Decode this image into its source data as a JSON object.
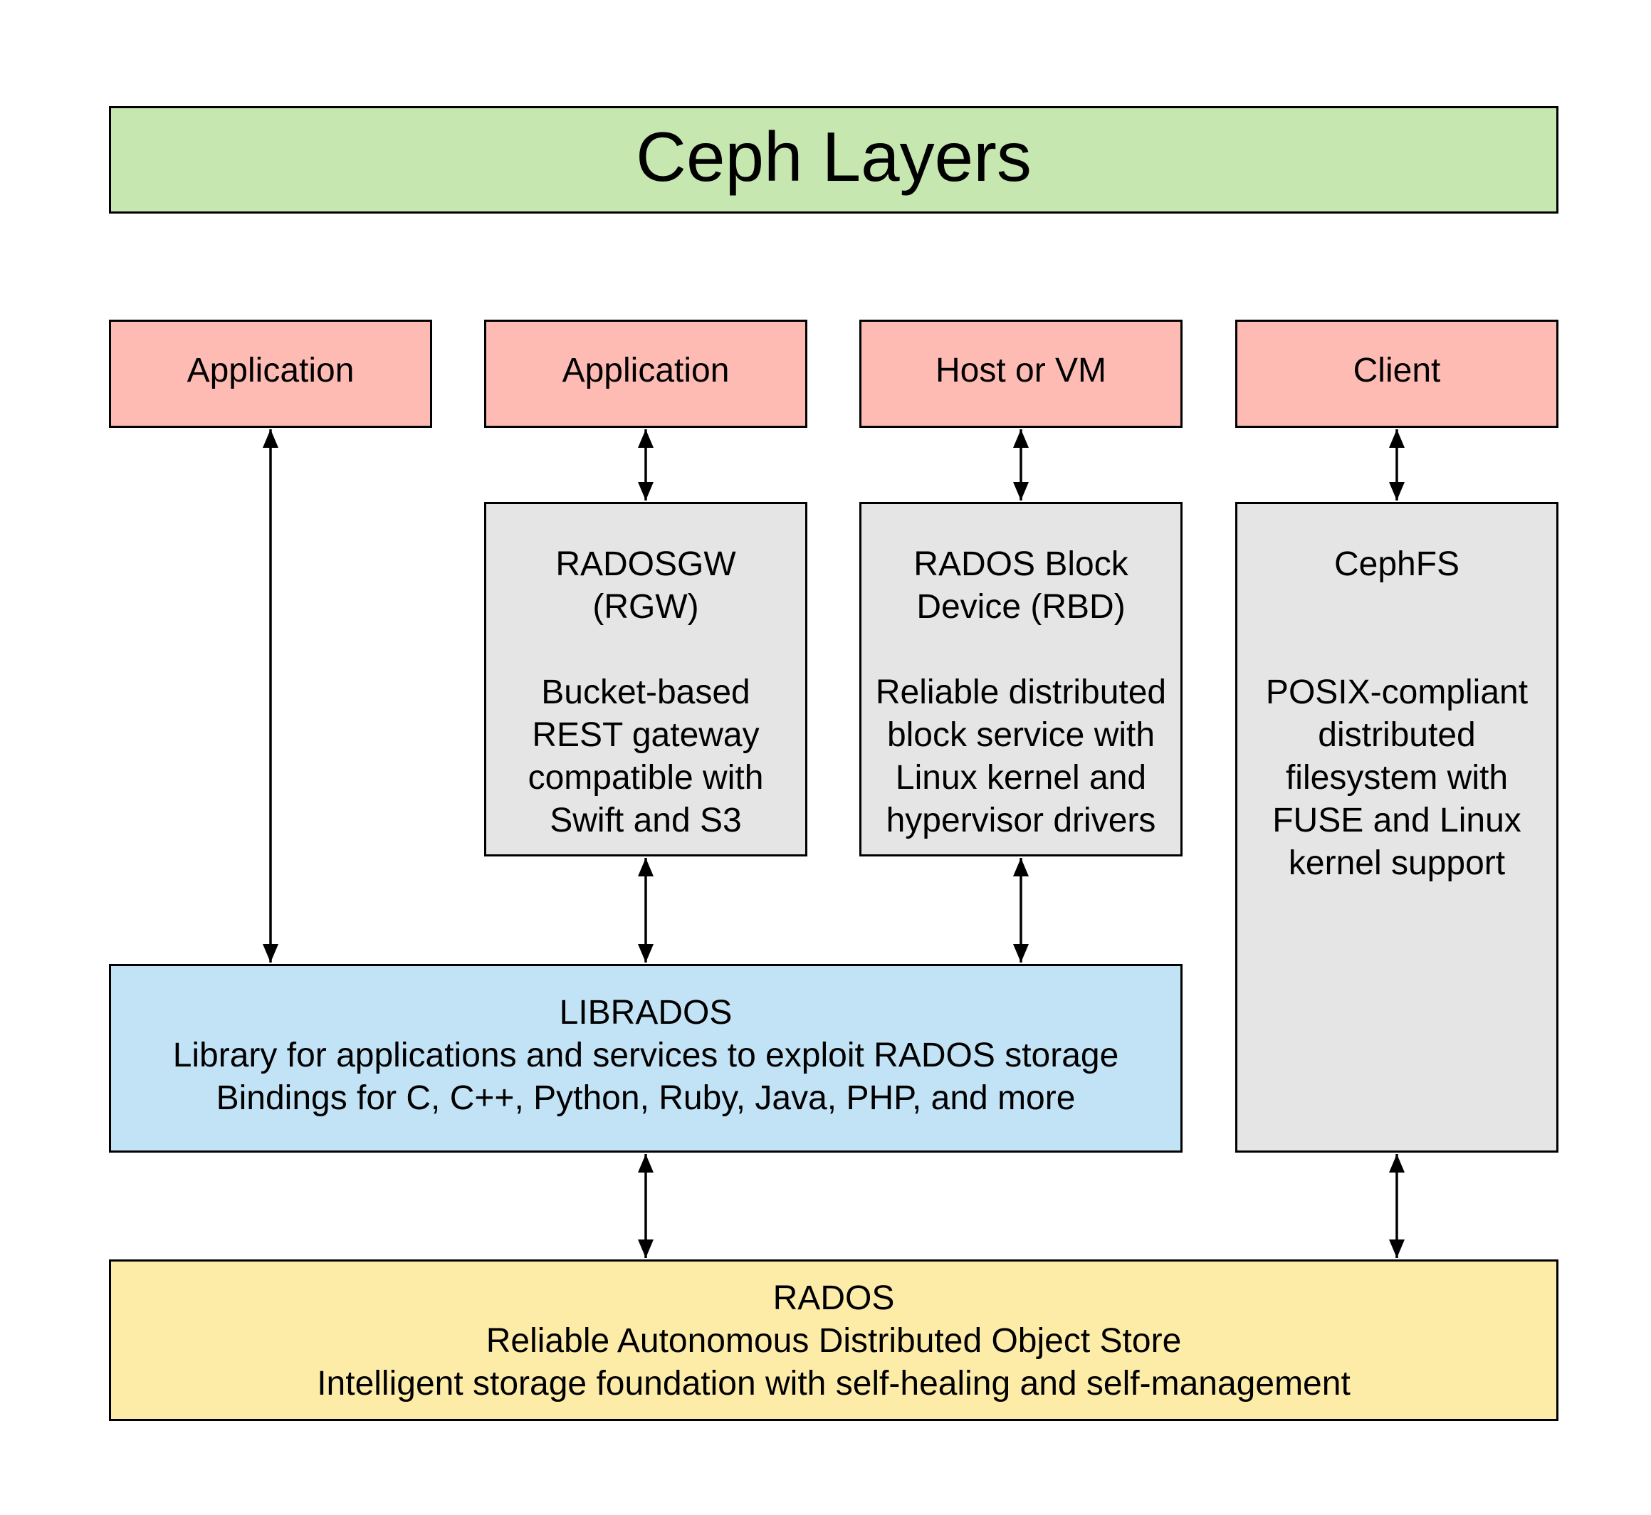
{
  "title": "Ceph Layers",
  "colors": {
    "title_fill": "#c6e7af",
    "client_fill": "#fdbbb4",
    "service_fill": "#e5e5e5",
    "librados_fill": "#c2e3f6",
    "rados_fill": "#fdeca8",
    "border": "#000000"
  },
  "clients": [
    {
      "label": "Application"
    },
    {
      "label": "Application"
    },
    {
      "label": "Host or VM"
    },
    {
      "label": "Client"
    }
  ],
  "services": [
    {
      "name_lines": [
        "RADOSGW",
        "(RGW)"
      ],
      "desc_lines": [
        "Bucket-based",
        "REST gateway",
        "compatible with",
        "Swift and S3"
      ]
    },
    {
      "name_lines": [
        "RADOS Block",
        "Device (RBD)"
      ],
      "desc_lines": [
        "Reliable distributed",
        "block service with",
        "Linux kernel and",
        "hypervisor drivers"
      ]
    },
    {
      "name_lines": [
        "CephFS"
      ],
      "desc_lines": [
        "POSIX-compliant",
        "distributed",
        "filesystem with",
        "FUSE and Linux",
        "kernel support"
      ]
    }
  ],
  "librados": {
    "name": "LIBRADOS",
    "line1": "Library for applications and services to exploit RADOS storage",
    "line2": "Bindings for C, C++, Python, Ruby, Java, PHP, and more"
  },
  "rados": {
    "name": "RADOS",
    "line1": "Reliable Autonomous Distributed Object Store",
    "line2": "Intelligent storage foundation with self-healing and self-management"
  }
}
